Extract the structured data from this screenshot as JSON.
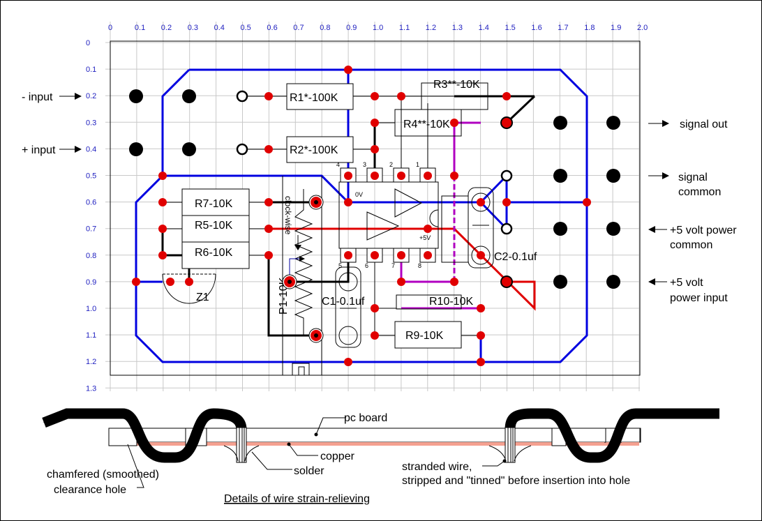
{
  "x_ticks": [
    "0",
    "0.1",
    "0.2",
    "0.3",
    "0.4",
    "0.5",
    "0.6",
    "0.7",
    "0.8",
    "0.9",
    "1.0",
    "1.1",
    "1.2",
    "1.3",
    "1.4",
    "1.5",
    "1.6",
    "1.7",
    "1.8",
    "1.9",
    "2.0"
  ],
  "y_ticks": [
    "0",
    "0.1",
    "0.2",
    "0.3",
    "0.4",
    "0.5",
    "0.6",
    "0.7",
    "0.8",
    "0.9",
    "1.0",
    "1.1",
    "1.2",
    "1.3"
  ],
  "colors": {
    "ground_trace": "#0000e0",
    "power_trace": "#e00000",
    "signal_trace": "#b000c0",
    "copper": "#f4a090",
    "pad": "#e00000"
  },
  "io_labels": {
    "minus_input": "- input",
    "plus_input": "+ input",
    "signal_out": "signal out",
    "signal_common_1": "signal",
    "signal_common_2": "common",
    "power_common_1": "+5 volt power",
    "power_common_2": "common",
    "power_input_1": "+5 volt",
    "power_input_2": "power input"
  },
  "components": {
    "r1": "R1*-100K",
    "r2": "R2*-100K",
    "r3": "R3**-10K",
    "r4": "R4**-10K",
    "r5": "R5-10K",
    "r6": "R6-10K",
    "r7": "R7-10K",
    "r9": "R9-10K",
    "r10": "R10-10K",
    "p1": "P1-10K",
    "c1": "C1-0.1uf",
    "c2": "C2-0.1uf",
    "z1": "Z1",
    "clockwise": "clock-wise",
    "plus5v": "+5V",
    "zerov": "0V",
    "pins": [
      "1",
      "2",
      "3",
      "4",
      "5",
      "6",
      "7",
      "8"
    ]
  },
  "detail": {
    "pc_board": "pc board",
    "copper": "copper",
    "solder": "solder",
    "chamfered_1": "chamfered (smoothed)",
    "chamfered_2": "clearance hole",
    "stranded_1": "stranded wire,",
    "stranded_2": "stripped and \"tinned\" before insertion into hole",
    "caption": "Details of wire strain-relieving"
  }
}
